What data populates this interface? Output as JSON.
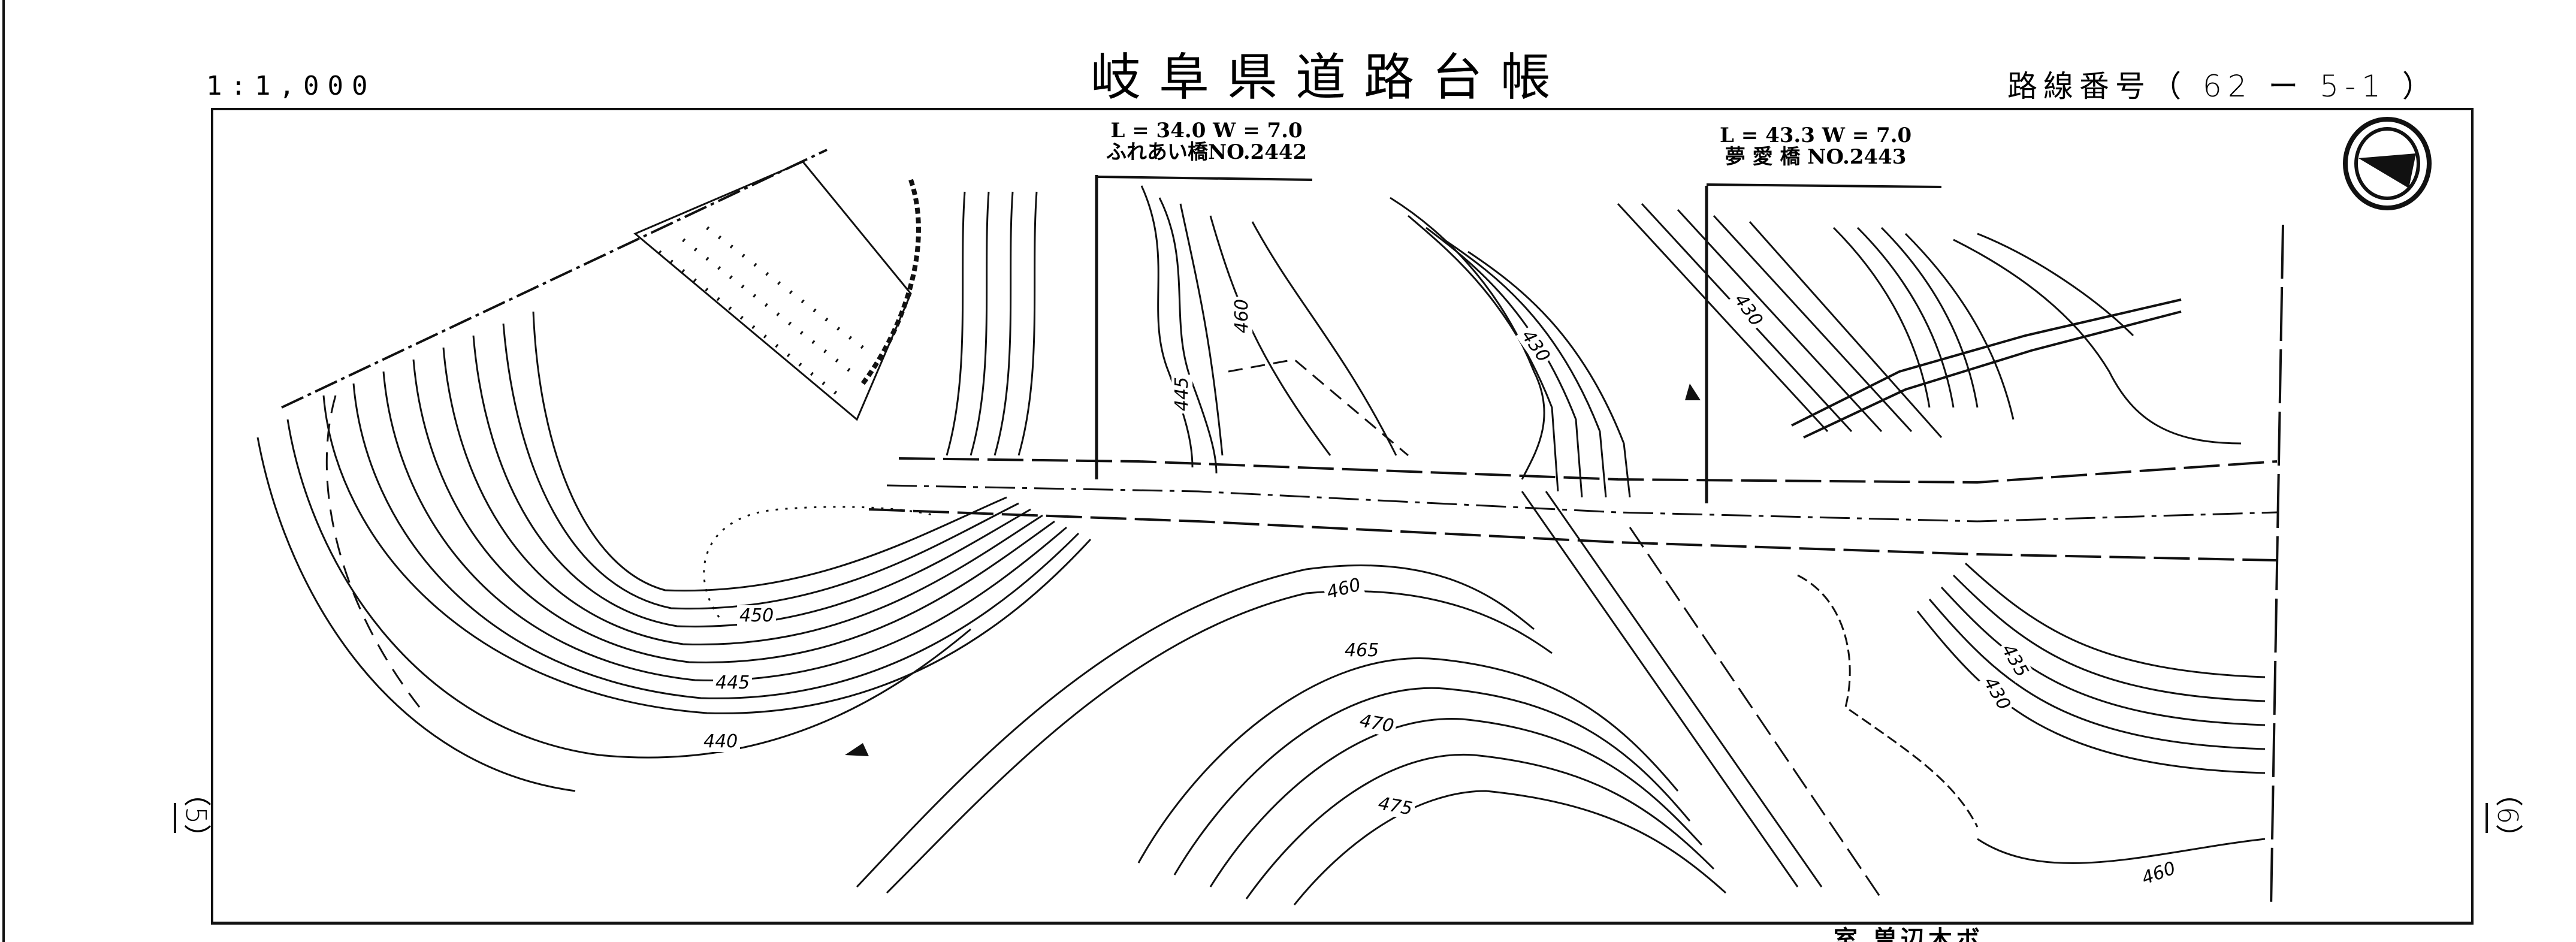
{
  "header": {
    "scale": "1:1,000",
    "title": "岐阜県道路台帳",
    "route_number": "路線番号（ 62 ー 5-1 ）"
  },
  "side_labels": {
    "left_page": "（5）",
    "right_page": "（6）"
  },
  "bridges": [
    {
      "length_line": "L = 34.0 W =  7.0",
      "name_line": "ふれあい橋NO.2442"
    },
    {
      "length_line": "L = 43.3 W =  7.0",
      "name_line": "夢 愛 橋  NO.2443"
    }
  ],
  "contour_labels": [
    "450",
    "445",
    "440",
    "460",
    "445",
    "430",
    "460",
    "465",
    "470",
    "475",
    "430",
    "435",
    "430",
    "460"
  ],
  "north_arrow": {
    "icon": "north-arrow-icon"
  },
  "bottom_partial_text": "室 曽辺木ボ",
  "colors": {
    "ink": "#111111",
    "paper": "#ffffff"
  }
}
